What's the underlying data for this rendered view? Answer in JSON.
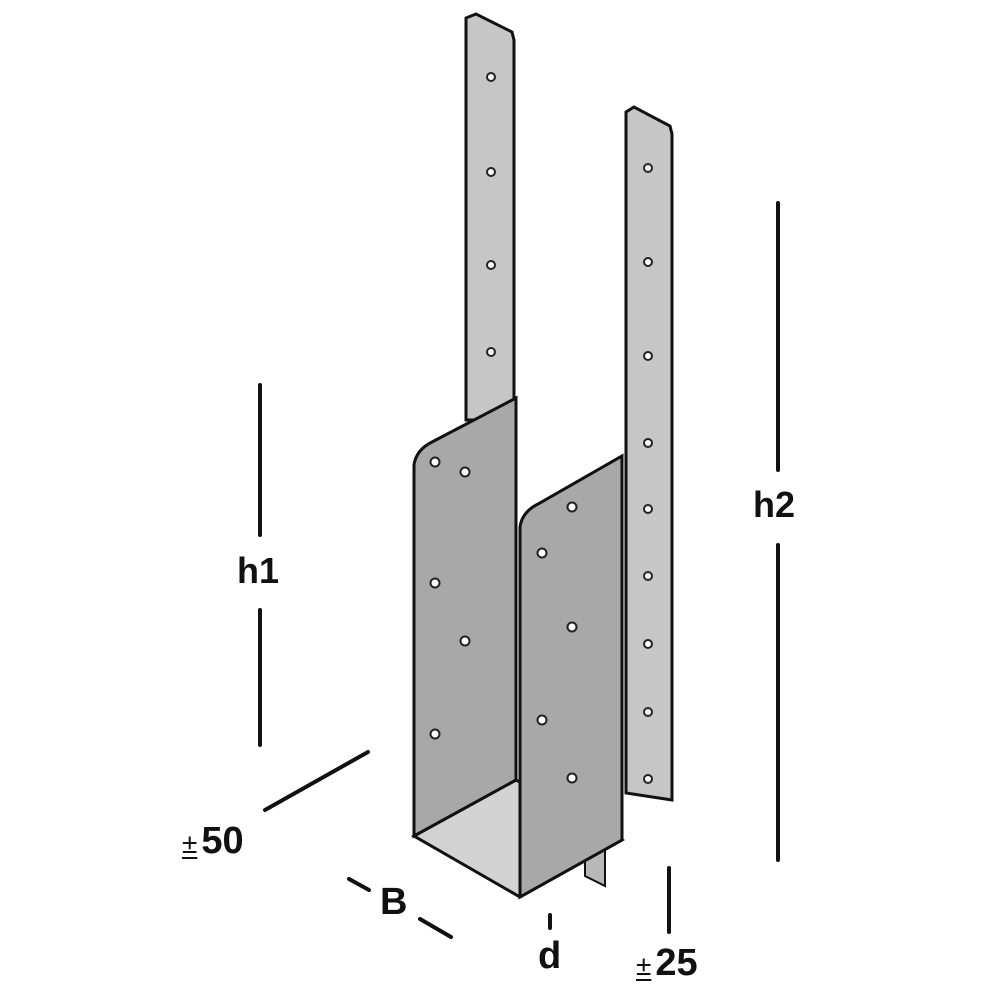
{
  "diagram": {
    "subject": "post-base-hanger-bracket",
    "colors": {
      "plate_light": "#c6c6c6",
      "plate_mid": "#b4b4b4",
      "plate_dark": "#a8a8a8",
      "floor": "#d3d3d3",
      "outline": "#111111",
      "hole": "#ffffff",
      "dimension_line": "#111111"
    },
    "labels": {
      "h1": "h1",
      "h2": "h2",
      "b": "B",
      "d": "d",
      "tol_50_sign": "±",
      "tol_50_value": "50",
      "tol_25_sign": "±",
      "tol_25_value": "25"
    }
  }
}
